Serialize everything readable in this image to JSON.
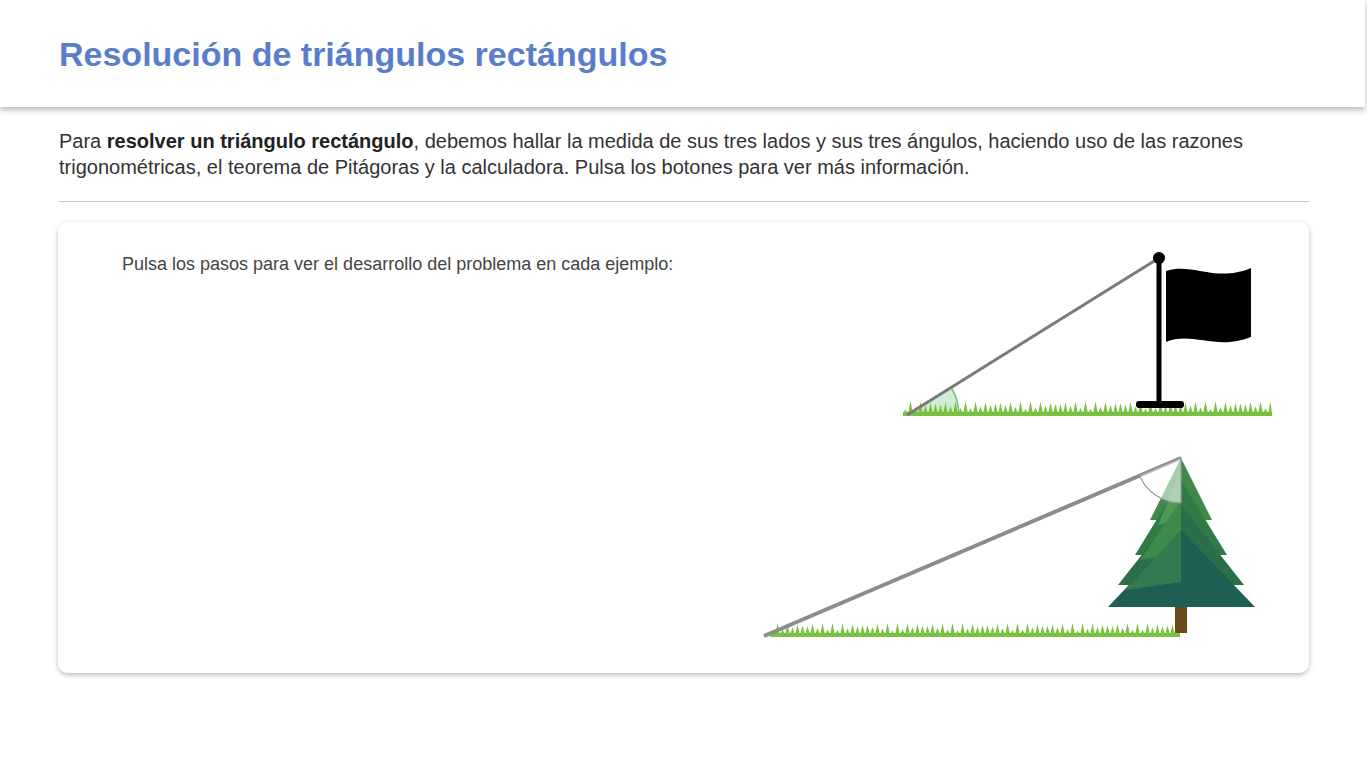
{
  "diagram": {
    "title": "Resolución de triángulos rectángulos",
    "nodes": [
      {
        "text": [
          "Pulsa los pasos para ver el desarrollo del problema en cada ejemplo:"
        ]
      }
    ],
    "labels": [
      "Para resolver un triángulo rectángulo, debemos hallar la medida de sus tres lados y sus tres ángulos, haciendo uso de las razones trigonométricas, el teorema de Pitágoras y la calculadora. Pulsa los botones para ver más información."
    ]
  }
}
